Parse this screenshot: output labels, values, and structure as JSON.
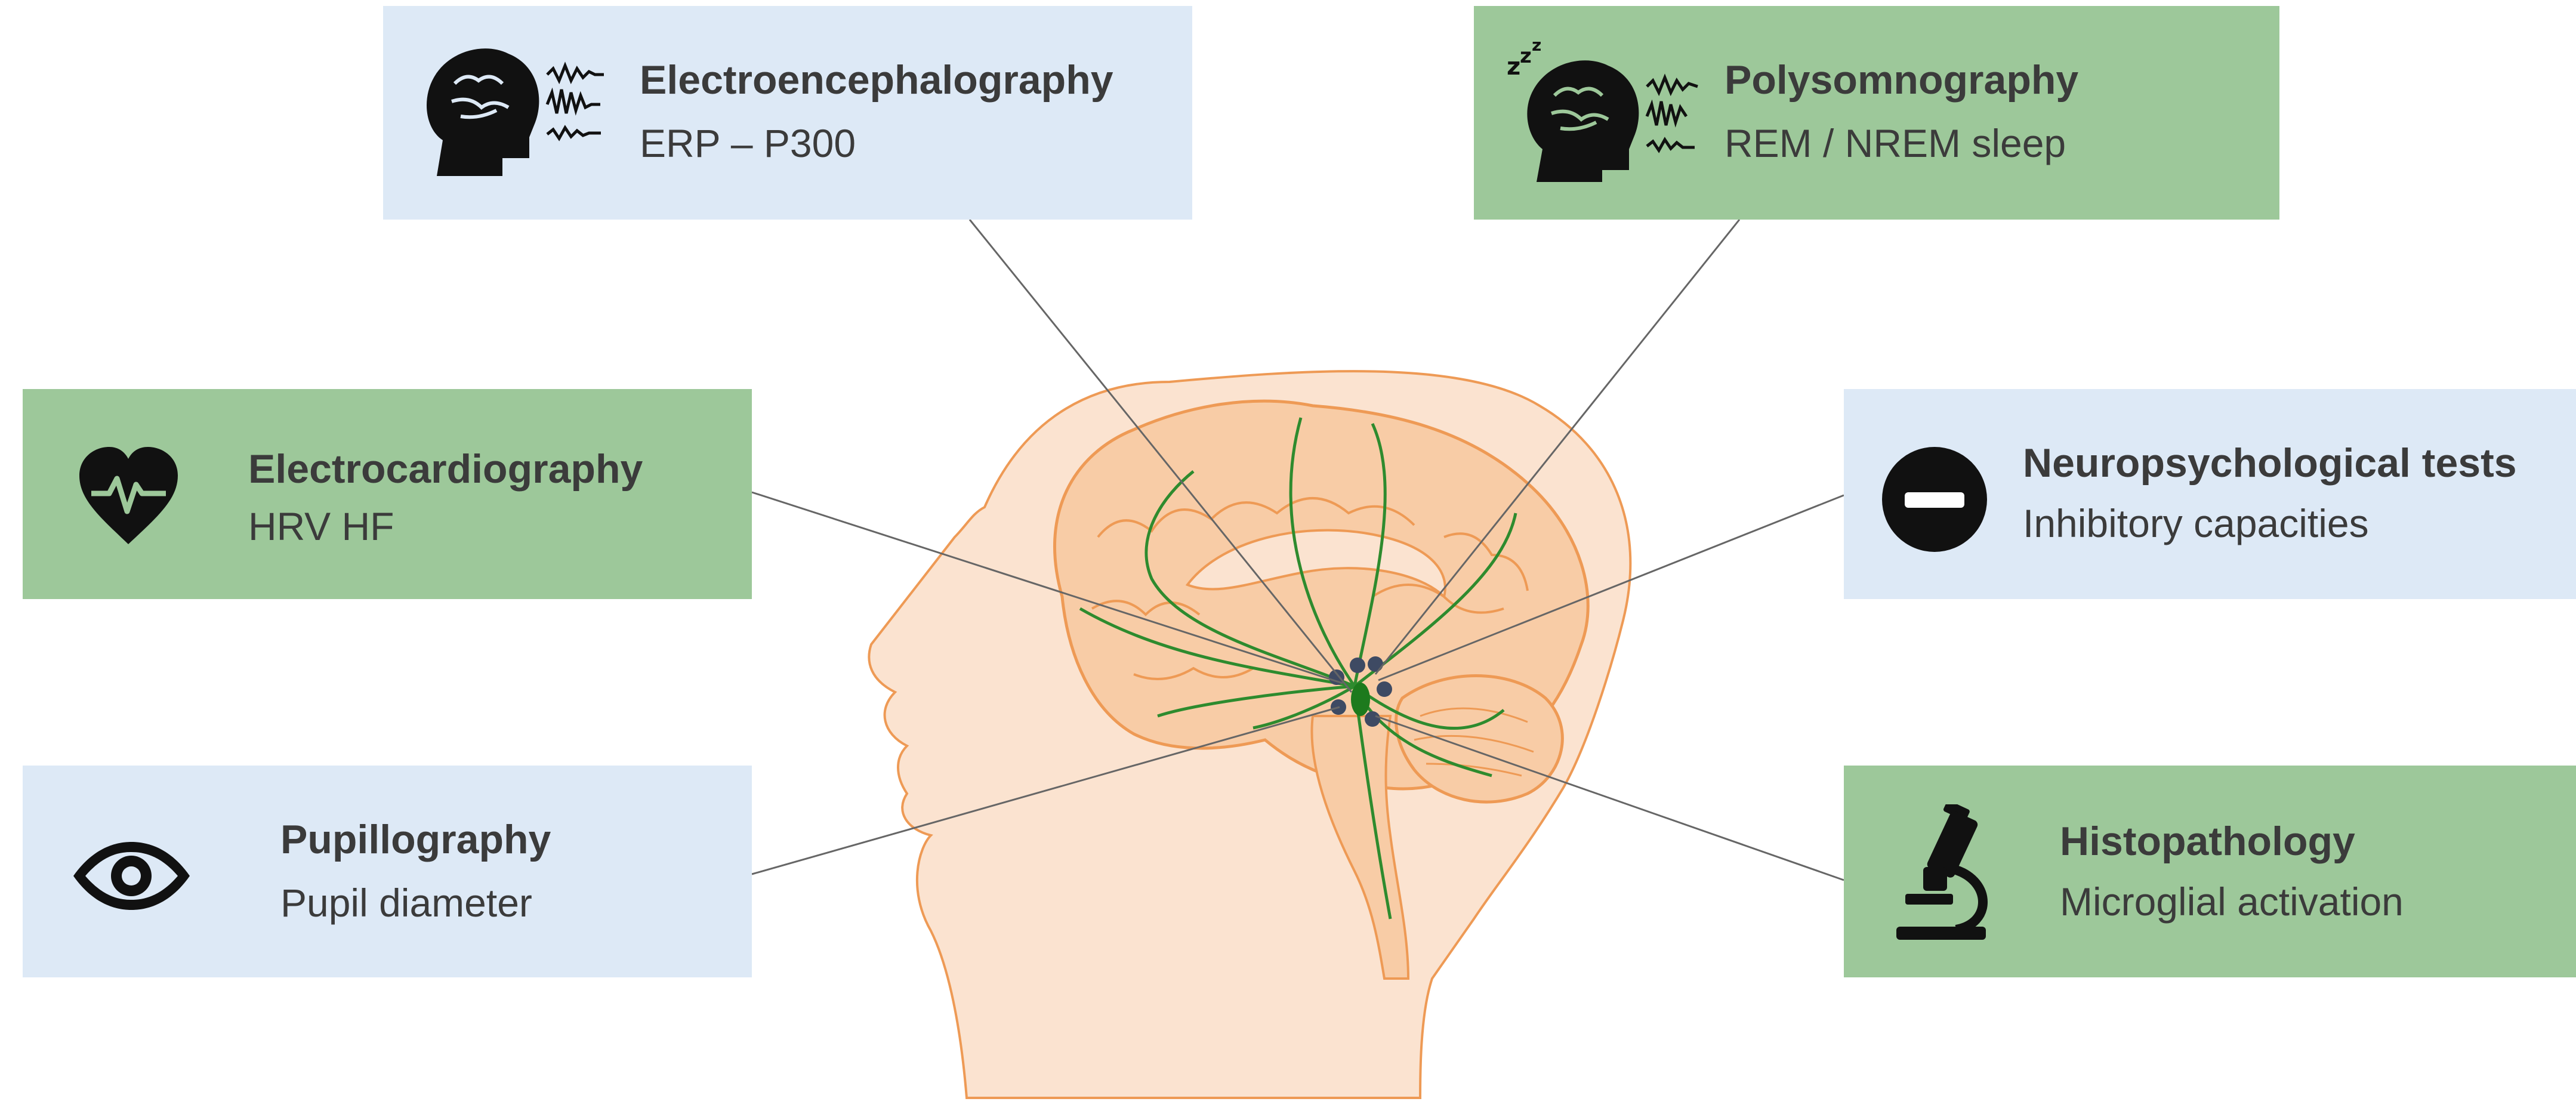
{
  "colors": {
    "blue_box": "#dde9f6",
    "green_box": "#9dc89a",
    "connector": "#666666",
    "head_fill": "#fbe3d0",
    "head_outline": "#ee9a55",
    "brain_fill": "#f8cca6",
    "pathway": "#2e8b2e",
    "node": "#3e4a63",
    "core": "#1d7a1d"
  },
  "methods": [
    {
      "id": "eeg",
      "title": "Electroencephalography",
      "subtitle": "ERP – P300",
      "icon": "brain-waves-icon",
      "style": "blue"
    },
    {
      "id": "psg",
      "title": "Polysomnography",
      "subtitle": "REM / NREM sleep",
      "icon": "sleeping-brain-icon",
      "style": "green"
    },
    {
      "id": "ecg",
      "title": "Electrocardiography",
      "subtitle": "HRV HF",
      "icon": "heart-pulse-icon",
      "style": "green"
    },
    {
      "id": "neuro",
      "title": "Neuropsychological tests",
      "subtitle": "Inhibitory capacities",
      "icon": "minus-circle-icon",
      "style": "blue"
    },
    {
      "id": "pupil",
      "title": "Pupillography",
      "subtitle": "Pupil diameter",
      "icon": "eye-icon",
      "style": "blue"
    },
    {
      "id": "histo",
      "title": "Histopathology",
      "subtitle": "Microglial activation",
      "icon": "microscope-icon",
      "style": "green"
    }
  ]
}
